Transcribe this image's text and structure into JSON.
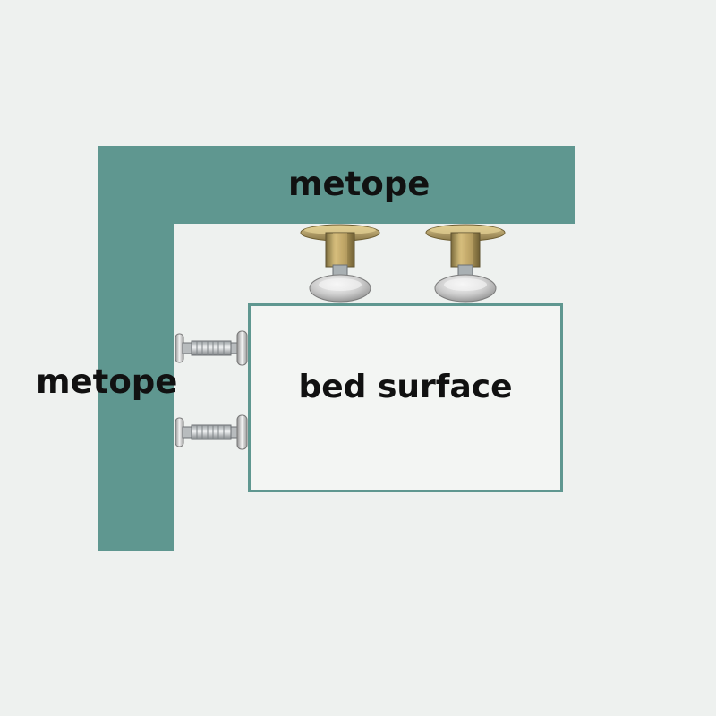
{
  "labels": {
    "top_wall": "metope",
    "left_wall": "metope",
    "bed": "bed surface"
  },
  "colors": {
    "background": "#eef1ef",
    "wall": "#5f9790",
    "bed_border": "#5f9790",
    "text": "#111111"
  },
  "components": {
    "top_wall_bumpers": 2,
    "side_wall_bumpers": 2
  }
}
